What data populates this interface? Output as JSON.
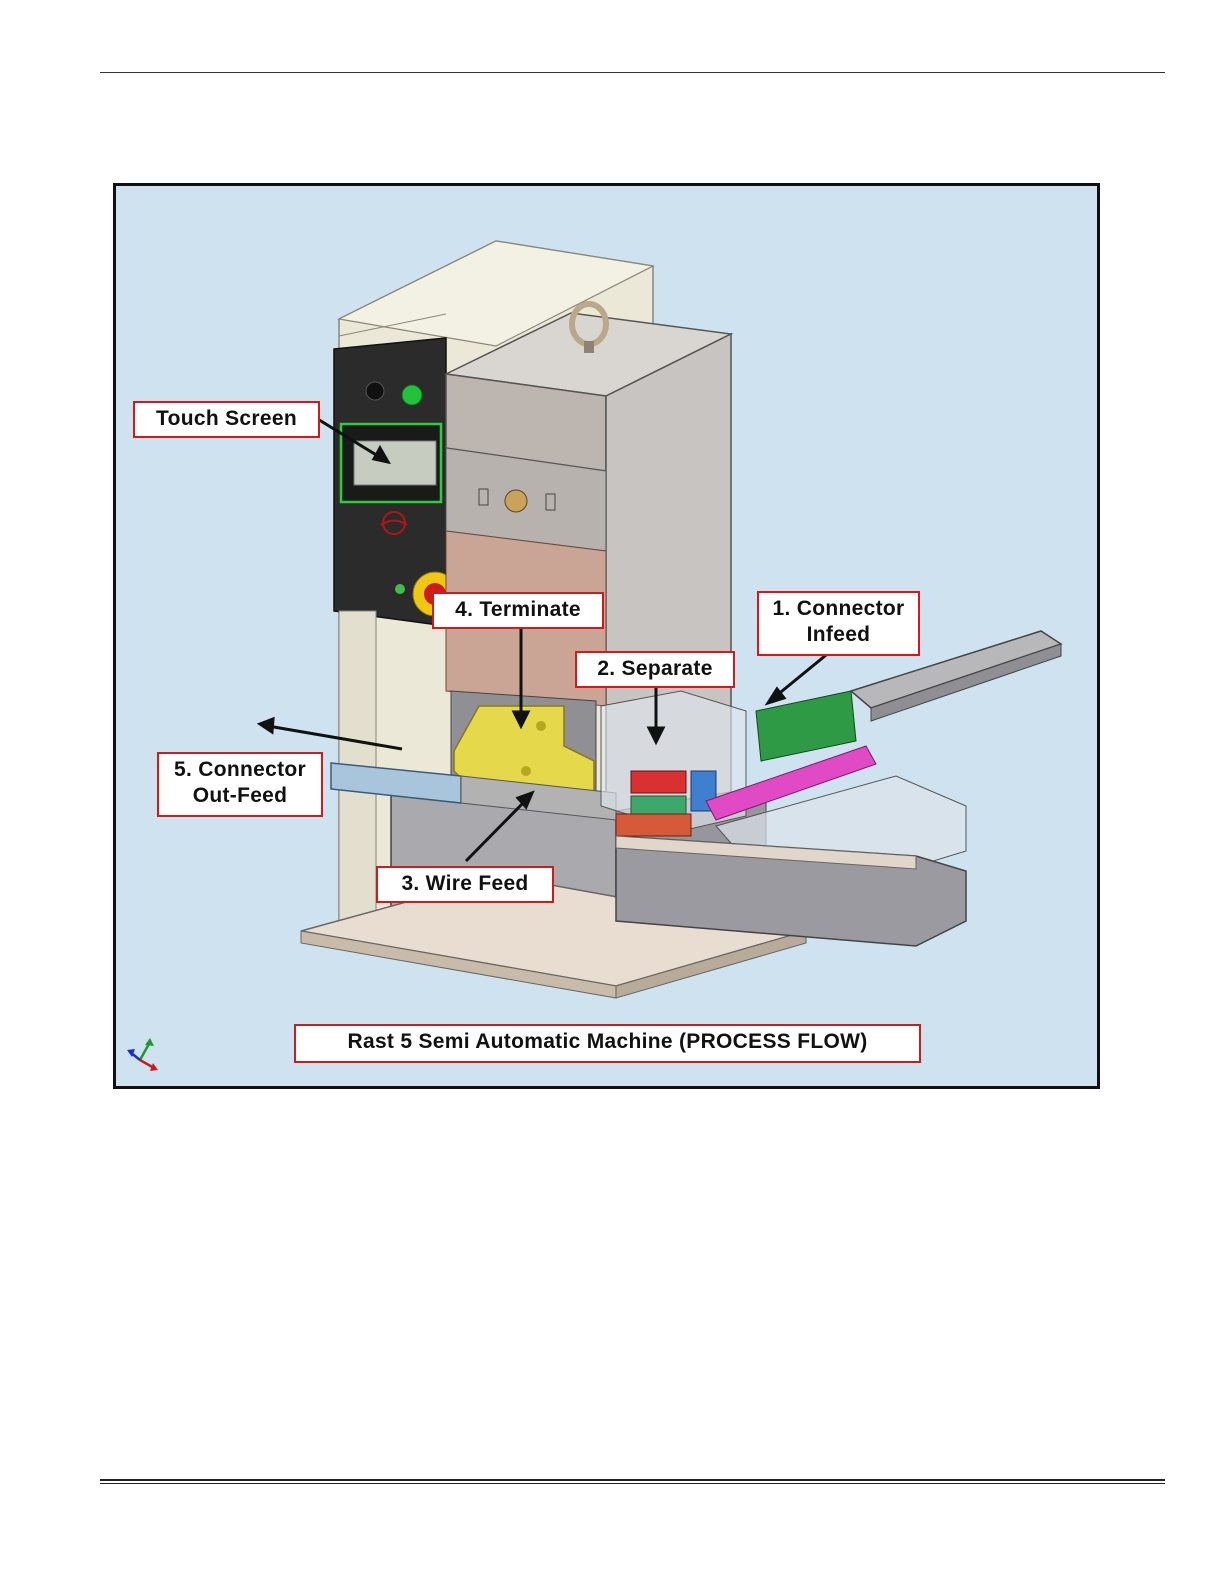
{
  "figure": {
    "caption": "Rast 5 Semi Automatic Machine (PROCESS FLOW)",
    "background_color": "#cfe2f0",
    "callout_border_color": "#d11a1a",
    "callouts": {
      "touch_screen": "Touch Screen",
      "terminate": "4. Terminate",
      "connector_infeed_line1": "1. Connector",
      "connector_infeed_line2": "Infeed",
      "separate": "2. Separate",
      "connector_outfeed_line1": "5. Connector",
      "connector_outfeed_line2": "Out-Feed",
      "wire_feed": "3. Wire Feed"
    },
    "icons": [
      "lifting-eye-icon",
      "emergency-stop-icon",
      "axis-triad-icon",
      "brand-logo-icon"
    ]
  }
}
